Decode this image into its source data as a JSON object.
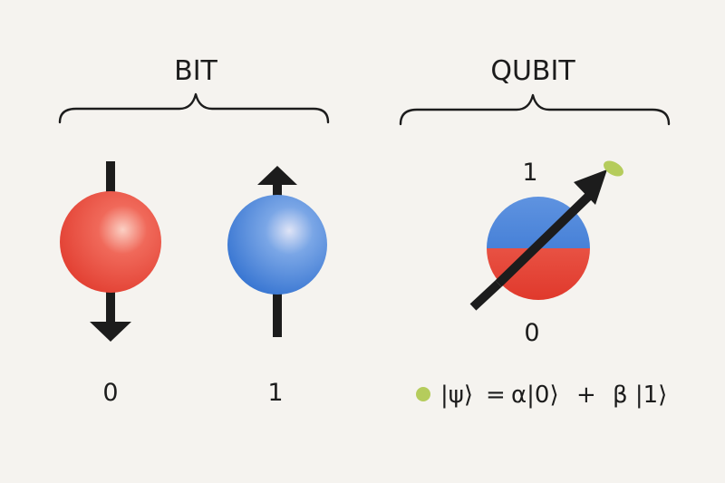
{
  "bit": {
    "title": "BIT",
    "zero": {
      "label": "0",
      "spin": "down",
      "color": "#e8493b"
    },
    "one": {
      "label": "1",
      "spin": "up",
      "color": "#3f7fd6"
    }
  },
  "qubit": {
    "title": "QUBIT",
    "top_label": "1",
    "bottom_label": "0",
    "top_color": "#3f7fd6",
    "bottom_color": "#e8493b",
    "phase_marker_color": "#b5cc5c",
    "equation": {
      "ket_psi": "|ψ⟩",
      "equals": "=",
      "alpha_term": "α|0⟩",
      "plus": "+",
      "beta_term": "β |1⟩"
    }
  },
  "colors": {
    "background": "#f5f3ef",
    "ink": "#1c1c1c",
    "arrow": "#1c1c1c"
  }
}
